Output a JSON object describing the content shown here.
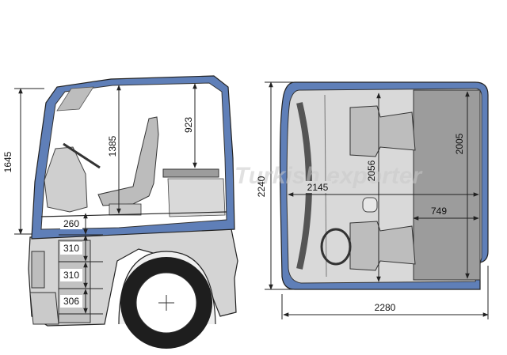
{
  "diagram": {
    "side_view": {
      "dimensions": {
        "cab_height": "1645",
        "seat_to_roof": "1385",
        "headroom": "923",
        "floor_step": "260",
        "step_1": "310",
        "step_2": "310",
        "step_3": "306"
      }
    },
    "top_view": {
      "dimensions": {
        "overall_length": "2240",
        "width": "2280",
        "interior_length": "2145",
        "bunk_length": "2005",
        "interior_width": "2056",
        "bunk_width": "749"
      }
    },
    "watermark": "Turkish exporter",
    "colors": {
      "cab_blue": "#5f7fb8",
      "panel_grey": "#c6c6c6",
      "interior_grey": "#d9d9d9",
      "bunk_grey": "#9c9c9c",
      "line": "#222222"
    }
  }
}
